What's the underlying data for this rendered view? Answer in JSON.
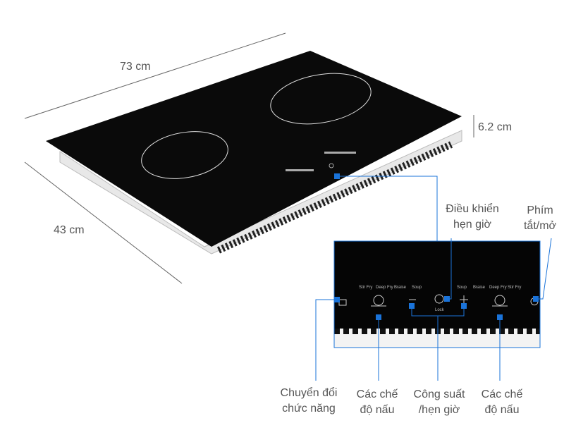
{
  "dimensions": {
    "width": "73 cm",
    "height": "6.2 cm",
    "depth": "43 cm"
  },
  "callouts": {
    "timer_control": "Điều khiển hẹn giờ",
    "power_key": "Phím tắt/mở",
    "function_switch": "Chuyển đổi chức năng",
    "cook_modes_left": "Các chế độ nấu",
    "power_timer": "Công suất /hẹn giờ",
    "cook_modes_right": "Các chế độ nấu"
  },
  "panel": {
    "modes_left": [
      "Stir Fry",
      "Deep Fry",
      "Braise",
      "Soup"
    ],
    "modes_right": [
      "Soup",
      "Braise",
      "Deep Fry",
      "Stir Fry"
    ],
    "lock": "Lock"
  },
  "colors": {
    "accent": "#1a73d9",
    "glass": "#0a0a0a"
  }
}
